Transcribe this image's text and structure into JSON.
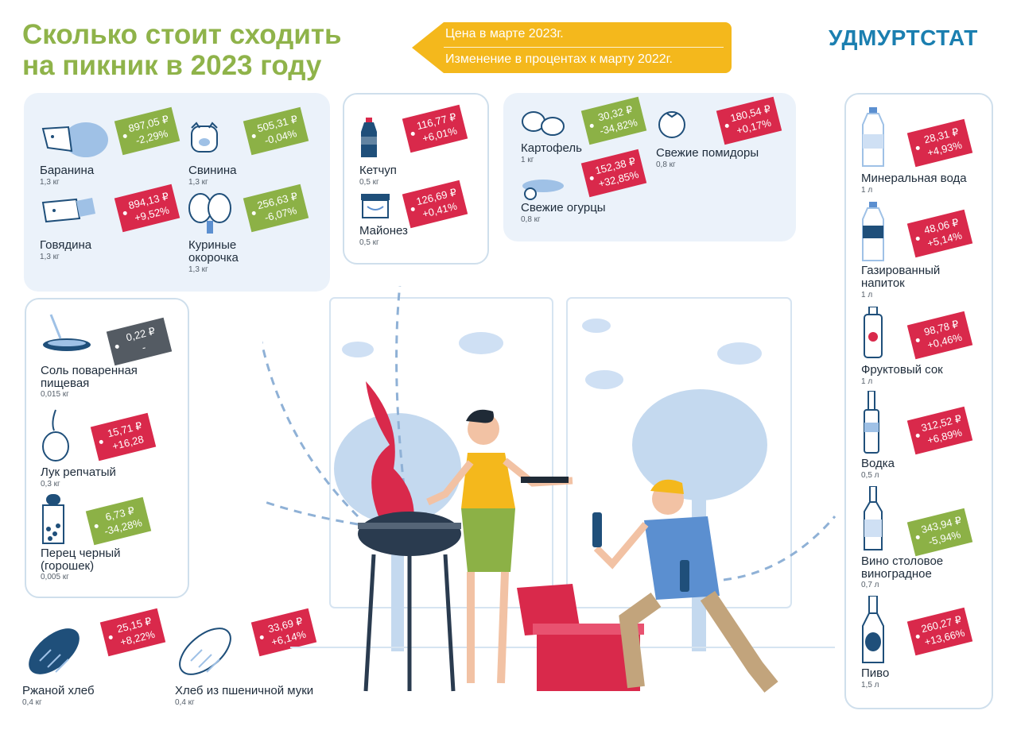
{
  "title_line1": "Сколько стоит сходить",
  "title_line2": "на пикник в 2023 году",
  "brand": "УДМУРТСТАТ",
  "legend": {
    "price_label": "Цена в марте 2023г.",
    "change_label": "Изменение в процентах к марту 2022г."
  },
  "colors": {
    "title": "#8fb34a",
    "brand": "#1b7fb0",
    "legend": "#f4b81c",
    "increase": "#d9294b",
    "decrease": "#8cb146",
    "neutral": "#545b63"
  },
  "items": {
    "lamb": {
      "name": "Баранина",
      "qty": "1,3 кг",
      "price": "897,05 ₽",
      "change": "-2,29%",
      "icon": "sheep-icon"
    },
    "pork": {
      "name": "Свинина",
      "qty": "1,3 кг",
      "price": "505,31 ₽",
      "change": "-0,04%",
      "icon": "pig-icon"
    },
    "beef": {
      "name": "Говядина",
      "qty": "1,3 кг",
      "price": "894,13 ₽",
      "change": "+9,52%",
      "icon": "cow-icon"
    },
    "chicken": {
      "name1": "Куриные",
      "name2": "окорочка",
      "qty": "1,3 кг",
      "price": "256,63 ₽",
      "change": "-6,07%",
      "icon": "chicken-leg-icon"
    },
    "ketchup": {
      "name": "Кетчуп",
      "qty": "0,5 кг",
      "price": "116,77 ₽",
      "change": "+6,01%",
      "icon": "ketchup-bottle-icon"
    },
    "mayo": {
      "name": "Майонез",
      "qty": "0,5 кг",
      "price": "126,69 ₽",
      "change": "+0,41%",
      "icon": "mayonnaise-jar-icon"
    },
    "potato": {
      "name": "Картофель",
      "qty": "1 кг",
      "price": "30,32 ₽",
      "change": "-34,82%",
      "icon": "potato-icon"
    },
    "cucumber": {
      "name": "Свежие огурцы",
      "qty": "0,8 кг",
      "price": "152,38 ₽",
      "change": "+32,85%",
      "icon": "cucumber-icon"
    },
    "tomato": {
      "name": "Свежие помидоры",
      "qty": "0,8 кг",
      "price": "180,54 ₽",
      "change": "+0,17%",
      "icon": "tomato-icon"
    },
    "salt": {
      "name1": "Соль поваренная",
      "name2": "пищевая",
      "qty": "0,015 кг",
      "price": "0,22 ₽",
      "change": "-",
      "icon": "salt-icon"
    },
    "onion": {
      "name": "Лук репчатый",
      "qty": "0,3 кг",
      "price": "15,71 ₽",
      "change": "+16,28",
      "icon": "onion-icon"
    },
    "pepper": {
      "name1": "Перец черный",
      "name2": "(горошек)",
      "qty": "0,005 кг",
      "price": "6,73 ₽",
      "change": "-34,28%",
      "icon": "pepper-shaker-icon"
    },
    "rye": {
      "name": "Ржаной хлеб",
      "qty": "0,4 кг",
      "price": "25,15 ₽",
      "change": "+8,22%",
      "icon": "rye-bread-icon"
    },
    "wheat": {
      "name": "Хлеб из пшеничной муки",
      "qty": "0,4 кг",
      "price": "33,69 ₽",
      "change": "+6,14%",
      "icon": "wheat-bread-icon"
    },
    "water": {
      "name": "Минеральная вода",
      "qty": "1 л",
      "price": "28,31 ₽",
      "change": "+4,93%",
      "icon": "water-bottle-icon"
    },
    "soda": {
      "name1": "Газированный",
      "name2": "напиток",
      "qty": "1 л",
      "price": "48,06 ₽",
      "change": "+5,14%",
      "icon": "soda-bottle-icon"
    },
    "juice": {
      "name": "Фруктовый сок",
      "qty": "1 л",
      "price": "98,78 ₽",
      "change": "+0,46%",
      "icon": "juice-bottle-icon"
    },
    "vodka": {
      "name": "Водка",
      "qty": "0,5 л",
      "price": "312,52 ₽",
      "change": "+6,89%",
      "icon": "vodka-bottle-icon"
    },
    "wine": {
      "name1": "Вино столовое",
      "name2": "виноградное",
      "qty": "0,7 л",
      "price": "343,94 ₽",
      "change": "-5,94%",
      "icon": "wine-bottle-icon"
    },
    "beer": {
      "name": "Пиво",
      "qty": "1,5 л",
      "price": "260,27 ₽",
      "change": "+13,66%",
      "icon": "beer-bottle-icon"
    }
  }
}
